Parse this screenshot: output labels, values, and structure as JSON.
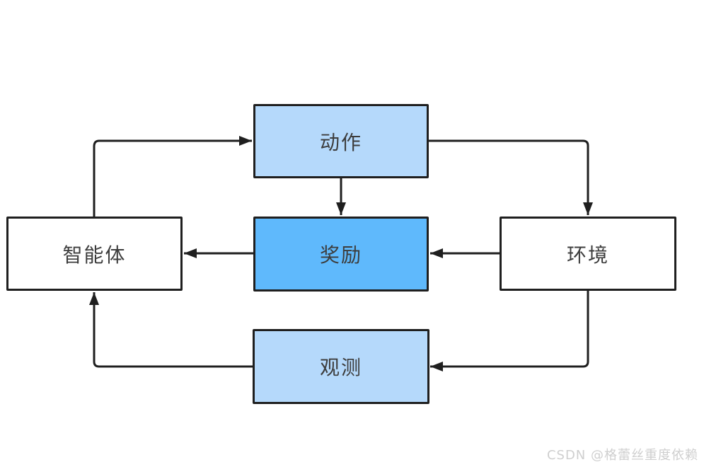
{
  "diagram": {
    "type": "flow-diagram",
    "topic": "reinforcement-learning-loop",
    "nodes": {
      "agent": {
        "label": "智能体",
        "fill": "#ffffff"
      },
      "action": {
        "label": "动作",
        "fill": "#b5d9fb"
      },
      "reward": {
        "label": "奖励",
        "fill": "#5fb9fc"
      },
      "environment": {
        "label": "环境",
        "fill": "#ffffff"
      },
      "observation": {
        "label": "观测",
        "fill": "#b5d9fb"
      }
    },
    "edges": [
      {
        "from": "agent",
        "to": "action"
      },
      {
        "from": "action",
        "to": "reward"
      },
      {
        "from": "action",
        "to": "environment"
      },
      {
        "from": "environment",
        "to": "reward"
      },
      {
        "from": "reward",
        "to": "agent"
      },
      {
        "from": "environment",
        "to": "observation"
      },
      {
        "from": "observation",
        "to": "agent"
      }
    ],
    "style": {
      "node_border_color": "#1f1f1f",
      "edge_color": "#1f1f1f",
      "label_color": "#3d3d3d",
      "background": "#ffffff"
    }
  },
  "watermark": {
    "text": "CSDN @格蕾丝重度依赖",
    "color": "#cfcfcf"
  }
}
